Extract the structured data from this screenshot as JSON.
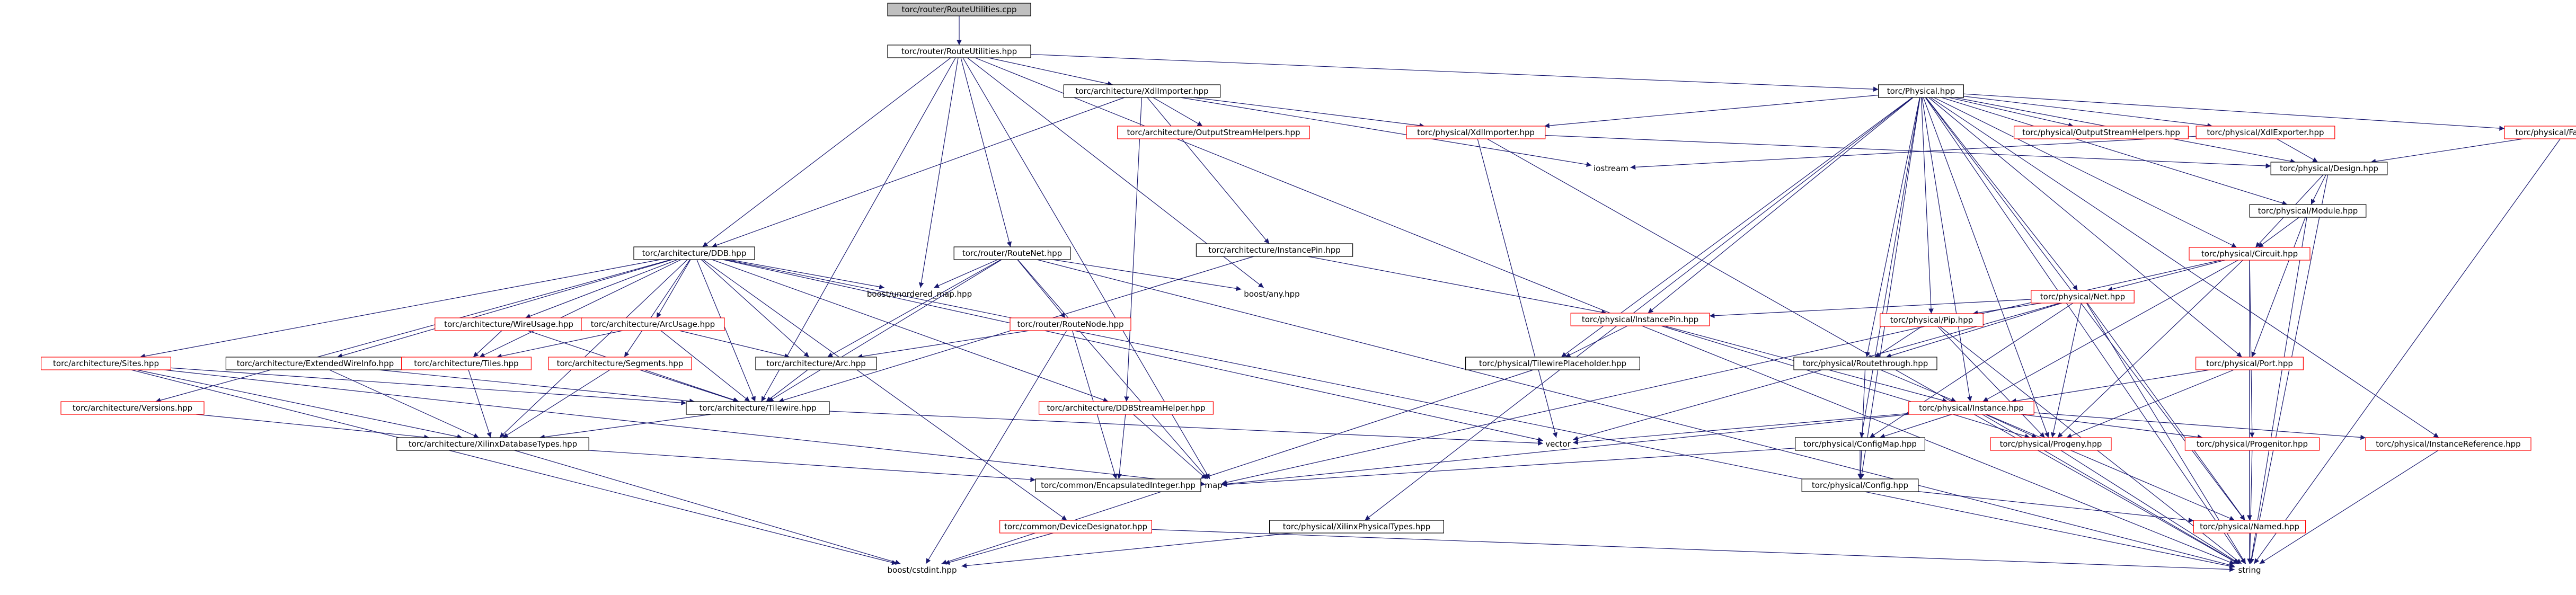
{
  "nodes": [
    {
      "id": "root",
      "label": "torc/router/RouteUtilities.cpp",
      "style": "root"
    },
    {
      "id": "rutil",
      "label": "torc/router/RouteUtilities.hpp",
      "style": "normal"
    },
    {
      "id": "xdlimp",
      "label": "torc/architecture/XdlImporter.hpp",
      "style": "normal"
    },
    {
      "id": "phys",
      "label": "torc/Physical.hpp",
      "style": "normal"
    },
    {
      "id": "ddb",
      "label": "torc/architecture/DDB.hpp",
      "style": "normal"
    },
    {
      "id": "routenet",
      "label": "torc/router/RouteNet.hpp",
      "style": "normal"
    },
    {
      "id": "ostrhelp_arch",
      "label": "torc/architecture/OutputStreamHelpers.hpp",
      "style": "red"
    },
    {
      "id": "instpin_arch",
      "label": "torc/architecture/InstancePin.hpp",
      "style": "normal"
    },
    {
      "id": "xdlimp_phys",
      "label": "torc/physical/XdlImporter.hpp",
      "style": "red"
    },
    {
      "id": "ostrhelp_phys",
      "label": "torc/physical/OutputStreamHelpers.hpp",
      "style": "red"
    },
    {
      "id": "xdlexp",
      "label": "torc/physical/XdlExporter.hpp",
      "style": "red"
    },
    {
      "id": "factory",
      "label": "torc/physical/Factory.hpp",
      "style": "red"
    },
    {
      "id": "iostream",
      "label": "iostream",
      "style": "plain"
    },
    {
      "id": "design",
      "label": "torc/physical/Design.hpp",
      "style": "normal"
    },
    {
      "id": "module",
      "label": "torc/physical/Module.hpp",
      "style": "normal"
    },
    {
      "id": "circuit",
      "label": "torc/physical/Circuit.hpp",
      "style": "red"
    },
    {
      "id": "net",
      "label": "torc/physical/Net.hpp",
      "style": "red"
    },
    {
      "id": "instpin_phys",
      "label": "torc/physical/InstancePin.hpp",
      "style": "red"
    },
    {
      "id": "pip",
      "label": "torc/physical/Pip.hpp",
      "style": "red"
    },
    {
      "id": "port",
      "label": "torc/physical/Port.hpp",
      "style": "red"
    },
    {
      "id": "tileplace",
      "label": "torc/physical/TilewirePlaceholder.hpp",
      "style": "normal"
    },
    {
      "id": "routethrough",
      "label": "torc/physical/Routethrough.hpp",
      "style": "normal"
    },
    {
      "id": "instance",
      "label": "torc/physical/Instance.hpp",
      "style": "red"
    },
    {
      "id": "configmap",
      "label": "torc/physical/ConfigMap.hpp",
      "style": "normal"
    },
    {
      "id": "progeny",
      "label": "torc/physical/Progeny.hpp",
      "style": "red"
    },
    {
      "id": "progenitor",
      "label": "torc/physical/Progenitor.hpp",
      "style": "red"
    },
    {
      "id": "instref",
      "label": "torc/physical/InstanceReference.hpp",
      "style": "red"
    },
    {
      "id": "config",
      "label": "torc/physical/Config.hpp",
      "style": "normal"
    },
    {
      "id": "named",
      "label": "torc/physical/Named.hpp",
      "style": "red"
    },
    {
      "id": "xilphys",
      "label": "torc/physical/XilinxPhysicalTypes.hpp",
      "style": "normal"
    },
    {
      "id": "string",
      "label": "string",
      "style": "plain"
    },
    {
      "id": "vector",
      "label": "vector",
      "style": "plain"
    },
    {
      "id": "map",
      "label": "map",
      "style": "plain"
    },
    {
      "id": "sites",
      "label": "torc/architecture/Sites.hpp",
      "style": "red"
    },
    {
      "id": "extwire",
      "label": "torc/architecture/ExtendedWireInfo.hpp",
      "style": "normal"
    },
    {
      "id": "wireusage",
      "label": "torc/architecture/WireUsage.hpp",
      "style": "red"
    },
    {
      "id": "arcusage",
      "label": "torc/architecture/ArcUsage.hpp",
      "style": "red"
    },
    {
      "id": "segments",
      "label": "torc/architecture/Segments.hpp",
      "style": "red"
    },
    {
      "id": "tiles",
      "label": "torc/architecture/Tiles.hpp",
      "style": "red"
    },
    {
      "id": "arc",
      "label": "torc/architecture/Arc.hpp",
      "style": "normal"
    },
    {
      "id": "versions",
      "label": "torc/architecture/Versions.hpp",
      "style": "red"
    },
    {
      "id": "tilewire",
      "label": "torc/architecture/Tilewire.hpp",
      "style": "normal"
    },
    {
      "id": "xildb",
      "label": "torc/architecture/XilinxDatabaseTypes.hpp",
      "style": "normal"
    },
    {
      "id": "routenode",
      "label": "torc/router/RouteNode.hpp",
      "style": "red"
    },
    {
      "id": "ddbstream",
      "label": "torc/architecture/DDBStreamHelper.hpp",
      "style": "red"
    },
    {
      "id": "encint",
      "label": "torc/common/EncapsulatedInteger.hpp",
      "style": "normal"
    },
    {
      "id": "devdes",
      "label": "torc/common/DeviceDesignator.hpp",
      "style": "red"
    },
    {
      "id": "boostcstdint",
      "label": "boost/cstdint.hpp",
      "style": "plain"
    },
    {
      "id": "boostuomap",
      "label": "boost/unordered_map.hpp",
      "style": "plain"
    },
    {
      "id": "boostany",
      "label": "boost/any.hpp",
      "style": "plain"
    }
  ],
  "edges": [
    [
      "root",
      "rutil"
    ],
    [
      "rutil",
      "xdlimp"
    ],
    [
      "rutil",
      "phys"
    ],
    [
      "rutil",
      "ddb"
    ],
    [
      "rutil",
      "routenet"
    ],
    [
      "rutil",
      "boostuomap"
    ],
    [
      "rutil",
      "boostany"
    ],
    [
      "rutil",
      "map"
    ],
    [
      "rutil",
      "tilewire"
    ],
    [
      "rutil",
      "string"
    ],
    [
      "xdlimp",
      "ddb"
    ],
    [
      "xdlimp",
      "ostrhelp_arch"
    ],
    [
      "xdlimp",
      "instpin_arch"
    ],
    [
      "xdlimp",
      "xdlimp_phys"
    ],
    [
      "xdlimp",
      "iostream"
    ],
    [
      "xdlimp",
      "ddbstream"
    ],
    [
      "phys",
      "xdlimp_phys"
    ],
    [
      "phys",
      "ostrhelp_phys"
    ],
    [
      "phys",
      "xdlexp"
    ],
    [
      "phys",
      "factory"
    ],
    [
      "phys",
      "design"
    ],
    [
      "phys",
      "module"
    ],
    [
      "phys",
      "circuit"
    ],
    [
      "phys",
      "net"
    ],
    [
      "phys",
      "instpin_phys"
    ],
    [
      "phys",
      "pip"
    ],
    [
      "phys",
      "port"
    ],
    [
      "phys",
      "tileplace"
    ],
    [
      "phys",
      "routethrough"
    ],
    [
      "phys",
      "instance"
    ],
    [
      "phys",
      "configmap"
    ],
    [
      "phys",
      "progeny"
    ],
    [
      "phys",
      "instref"
    ],
    [
      "phys",
      "config"
    ],
    [
      "phys",
      "named"
    ],
    [
      "phys",
      "xilphys"
    ],
    [
      "phys",
      "string"
    ],
    [
      "xdlimp_phys",
      "design"
    ],
    [
      "xdlimp_phys",
      "vector"
    ],
    [
      "xdlimp_phys",
      "string"
    ],
    [
      "xdlexp",
      "design"
    ],
    [
      "xdlexp",
      "iostream"
    ],
    [
      "factory",
      "design"
    ],
    [
      "factory",
      "string"
    ],
    [
      "design",
      "module"
    ],
    [
      "design",
      "circuit"
    ],
    [
      "design",
      "string"
    ],
    [
      "module",
      "circuit"
    ],
    [
      "module",
      "port"
    ],
    [
      "module",
      "string"
    ],
    [
      "circuit",
      "net"
    ],
    [
      "circuit",
      "instance"
    ],
    [
      "circuit",
      "progeny"
    ],
    [
      "circuit",
      "progenitor"
    ],
    [
      "circuit",
      "named"
    ],
    [
      "circuit",
      "map"
    ],
    [
      "net",
      "instpin_phys"
    ],
    [
      "net",
      "pip"
    ],
    [
      "net",
      "routethrough"
    ],
    [
      "net",
      "configmap"
    ],
    [
      "net",
      "progeny"
    ],
    [
      "net",
      "named"
    ],
    [
      "net",
      "string"
    ],
    [
      "net",
      "vector"
    ],
    [
      "instpin_phys",
      "tileplace"
    ],
    [
      "instpin_phys",
      "instance"
    ],
    [
      "instpin_phys",
      "progeny"
    ],
    [
      "pip",
      "routethrough"
    ],
    [
      "pip",
      "progeny"
    ],
    [
      "pip",
      "string"
    ],
    [
      "port",
      "instance"
    ],
    [
      "port",
      "progeny"
    ],
    [
      "port",
      "named"
    ],
    [
      "tileplace",
      "boostcstdint"
    ],
    [
      "routethrough",
      "instance"
    ],
    [
      "routethrough",
      "config"
    ],
    [
      "instance",
      "configmap"
    ],
    [
      "instance",
      "progeny"
    ],
    [
      "instance",
      "progenitor"
    ],
    [
      "instance",
      "instref"
    ],
    [
      "instance",
      "named"
    ],
    [
      "instance",
      "string"
    ],
    [
      "instance",
      "vector"
    ],
    [
      "instance",
      "map"
    ],
    [
      "configmap",
      "config"
    ],
    [
      "configmap",
      "map"
    ],
    [
      "progeny",
      "string"
    ],
    [
      "progenitor",
      "string"
    ],
    [
      "instref",
      "string"
    ],
    [
      "config",
      "named"
    ],
    [
      "named",
      "string"
    ],
    [
      "xilphys",
      "boostcstdint"
    ],
    [
      "ddb",
      "sites"
    ],
    [
      "ddb",
      "extwire"
    ],
    [
      "ddb",
      "wireusage"
    ],
    [
      "ddb",
      "arcusage"
    ],
    [
      "ddb",
      "segments"
    ],
    [
      "ddb",
      "tiles"
    ],
    [
      "ddb",
      "arc"
    ],
    [
      "ddb",
      "versions"
    ],
    [
      "ddb",
      "tilewire"
    ],
    [
      "ddb",
      "xildb"
    ],
    [
      "ddb",
      "devdes"
    ],
    [
      "ddb",
      "ddbstream"
    ],
    [
      "ddb",
      "boostuomap"
    ],
    [
      "ddb",
      "vector"
    ],
    [
      "ddb",
      "string"
    ],
    [
      "routenet",
      "arc"
    ],
    [
      "routenet",
      "tilewire"
    ],
    [
      "routenet",
      "routenode"
    ],
    [
      "routenet",
      "boostuomap"
    ],
    [
      "routenet",
      "boostany"
    ],
    [
      "routenet",
      "map"
    ],
    [
      "routenet",
      "string"
    ],
    [
      "instpin_arch",
      "instpin_phys"
    ],
    [
      "instpin_arch",
      "tilewire"
    ],
    [
      "sites",
      "xildb"
    ],
    [
      "sites",
      "tilewire"
    ],
    [
      "sites",
      "boostcstdint"
    ],
    [
      "sites",
      "map"
    ],
    [
      "extwire",
      "xildb"
    ],
    [
      "extwire",
      "tilewire"
    ],
    [
      "wireusage",
      "tiles"
    ],
    [
      "wireusage",
      "tilewire"
    ],
    [
      "arcusage",
      "tiles"
    ],
    [
      "arcusage",
      "arc"
    ],
    [
      "arcusage",
      "tilewire"
    ],
    [
      "segments",
      "xildb"
    ],
    [
      "segments",
      "tilewire"
    ],
    [
      "tiles",
      "xildb"
    ],
    [
      "arc",
      "tilewire"
    ],
    [
      "versions",
      "xildb"
    ],
    [
      "tilewire",
      "xildb"
    ],
    [
      "tilewire",
      "vector"
    ],
    [
      "xildb",
      "encint"
    ],
    [
      "xildb",
      "boostcstdint"
    ],
    [
      "routenode",
      "arc"
    ],
    [
      "routenode",
      "encint"
    ],
    [
      "routenode",
      "boostcstdint"
    ],
    [
      "ddbstream",
      "encint"
    ],
    [
      "ddbstream",
      "map"
    ],
    [
      "devdes",
      "string"
    ],
    [
      "devdes",
      "boostcstdint"
    ]
  ]
}
